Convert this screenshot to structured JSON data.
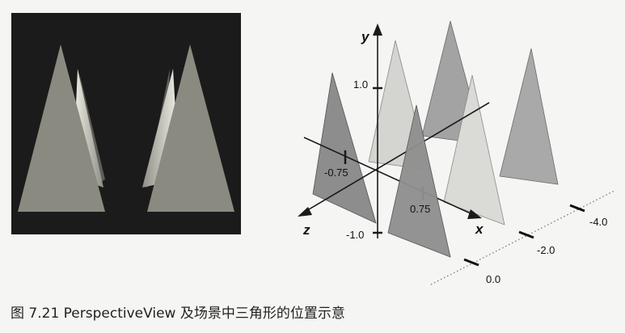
{
  "caption": "图 7.21 PerspectiveView 及场景中三角形的位置示意",
  "colors": {
    "render_background": "#1b1b1b",
    "tri_dark": "#858585",
    "tri_mid": "#9c9c9c",
    "tri_light": "#c4c4c4",
    "tri_pale": "#d9d9d9",
    "axis": "#1a1a1a",
    "dotted_line": "#777777"
  },
  "axes": {
    "x_label": "x",
    "y_label": "y",
    "z_label": "z",
    "y_ticks": [
      "1.0",
      "-1.0"
    ],
    "x_ticks": [
      "0.75",
      "-0.75"
    ],
    "z_ticks": [
      "0.0",
      "-2.0",
      "-4.0"
    ]
  }
}
